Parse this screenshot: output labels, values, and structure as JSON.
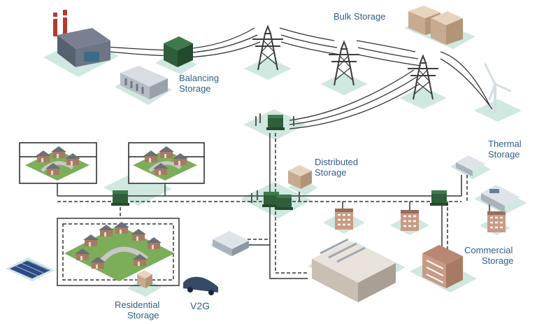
{
  "labels": {
    "bulk": "Bulk Storage",
    "balancing": [
      "Balancing",
      "Storage"
    ],
    "distributed": [
      "Distributed",
      "Storage"
    ],
    "thermal": [
      "Thermal",
      "Storage"
    ],
    "commercial": [
      "Commercial",
      "Storage"
    ],
    "residential": [
      "Residential",
      "Storage"
    ],
    "v2g": "V2G"
  },
  "colors": {
    "label_text": "#2f5f8a",
    "ground_tile": "#cfe8e0",
    "grid_line": "#333333",
    "transformer": "#2e5e3a",
    "lawn": "#7cae5a"
  },
  "icons": [
    "power-plant-icon",
    "transmission-tower-icon",
    "wind-turbine-icon",
    "transformer-icon",
    "battery-container-icon",
    "house-icon",
    "solar-panel-icon",
    "car-icon",
    "factory-icon",
    "office-building-icon"
  ]
}
